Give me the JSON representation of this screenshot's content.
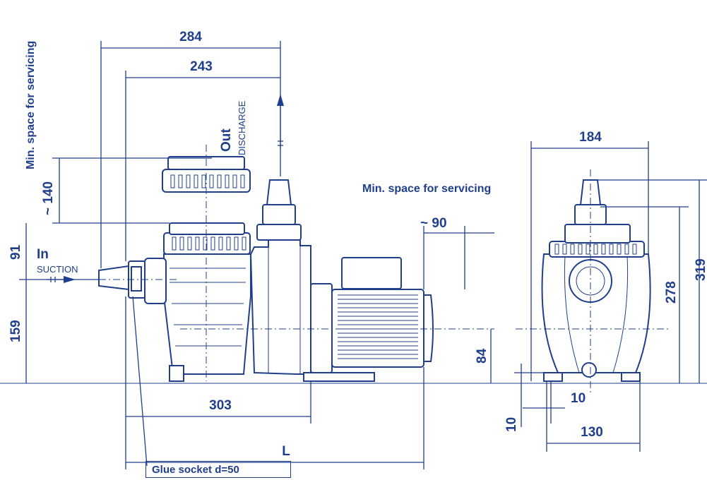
{
  "labels": {
    "min_space_vertical": "Min. space for servicing",
    "min_space_right": "Min. space for servicing",
    "out": "Out",
    "discharge": "DISCHARGE",
    "in": "In",
    "suction": "SUCTION",
    "glue_socket": "Glue socket  d=50"
  },
  "dimensions": {
    "d284": "284",
    "d243": "243",
    "d140": "~ 140",
    "d91": "91",
    "d159": "159",
    "d303": "303",
    "dL": "L",
    "d90": "~ 90",
    "d84": "84",
    "d184": "184",
    "d278": "278",
    "d319": "319",
    "d10a": "10",
    "d10b": "10",
    "d130": "130"
  },
  "colors": {
    "ink": "#1f3f8c",
    "paper": "#ffffff"
  }
}
